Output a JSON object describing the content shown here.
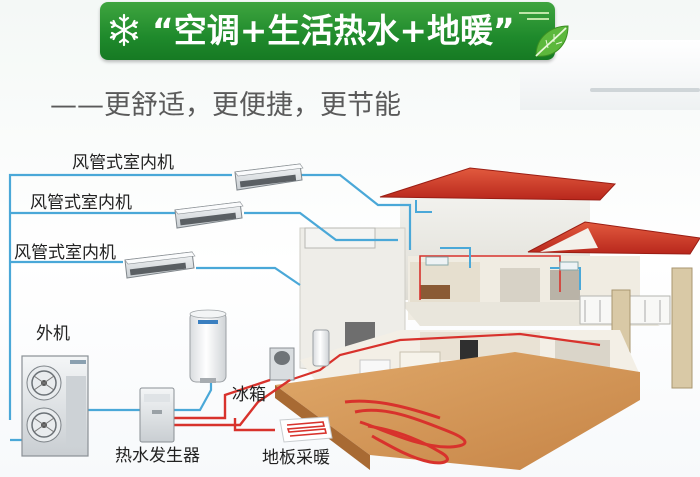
{
  "title": "“空调+生活热水+地暖”",
  "subtitle": "——更舒适，更便捷，更节能",
  "components": {
    "indoor_unit_label": "风管式室内机",
    "outdoor_unit_label": "外机",
    "water_tank_label": "冰箱",
    "water_heater_label": "热水发生器",
    "floor_heating_label": "地板采暖"
  },
  "icons": [
    "snowflake-icon",
    "leaf-icon"
  ],
  "colors": {
    "banner_green": "#1f8a2c",
    "pipe_blue": "#4aa8d8",
    "pipe_red": "#d8322c",
    "roof_red": "#d23a2a"
  }
}
